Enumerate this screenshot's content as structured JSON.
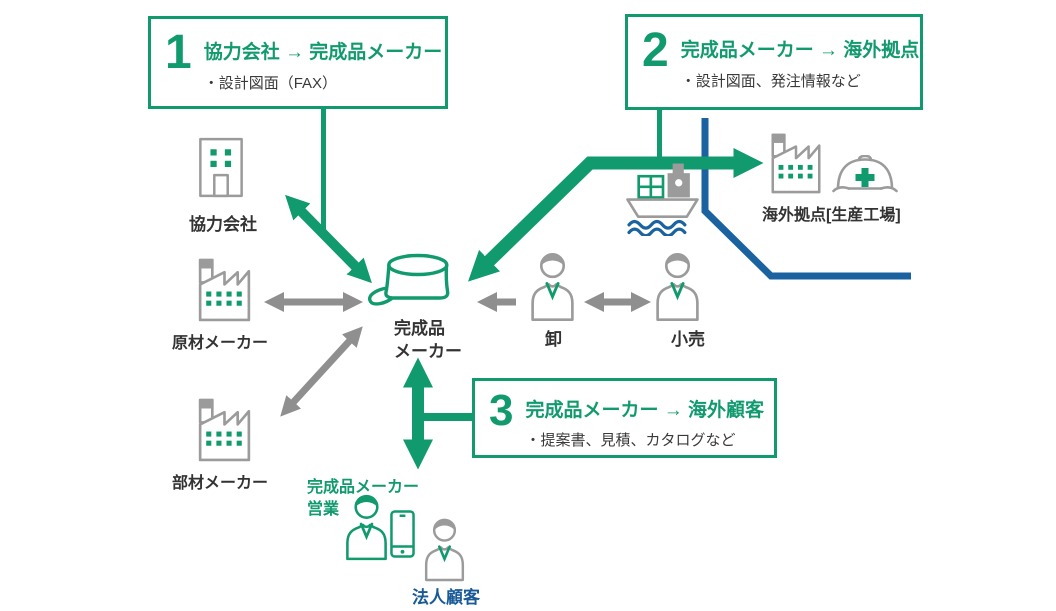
{
  "colors": {
    "green": "#119a6e",
    "arrowGray": "#8f8f8f",
    "iconGray": "#9b9b9b",
    "blue": "#1a63a0",
    "navy": "#185a96",
    "text": "#333333"
  },
  "callouts": [
    {
      "number": "1",
      "title": "協力会社 → 完成品メーカー",
      "detail": "・設計図面（FAX）"
    },
    {
      "number": "2",
      "title": "完成品メーカー → 海外拠点",
      "detail": "・設計図面、発注情報など"
    },
    {
      "number": "3",
      "title": "完成品メーカー → 海外顧客",
      "detail": "・提案書、見積、カタログなど"
    }
  ],
  "nodes": {
    "partner_company": {
      "label": "協力会社",
      "icon": "building-icon"
    },
    "raw_material_maker": {
      "label": "原材メーカー",
      "icon": "factory-icon"
    },
    "parts_maker": {
      "label": "部材メーカー",
      "icon": "factory-icon"
    },
    "finished_goods_maker": {
      "label_line1": "完成品",
      "label_line2": "メーカー",
      "icon": "cap-icon"
    },
    "wholesaler": {
      "label": "卸",
      "icon": "person-icon"
    },
    "retailer": {
      "label": "小売",
      "icon": "person-icon"
    },
    "cargo_ship": {
      "icon": "ship-icon"
    },
    "overseas_base": {
      "label": "海外拠点[生産工場]",
      "icon": "factory-icon, helmet-icon"
    },
    "maker_sales": {
      "label_line1": "完成品メーカー",
      "label_line2": "営業",
      "icon": "person-icon, smartphone-icon"
    },
    "corporate_customer": {
      "label": "法人顧客",
      "icon": "person-icon"
    }
  }
}
